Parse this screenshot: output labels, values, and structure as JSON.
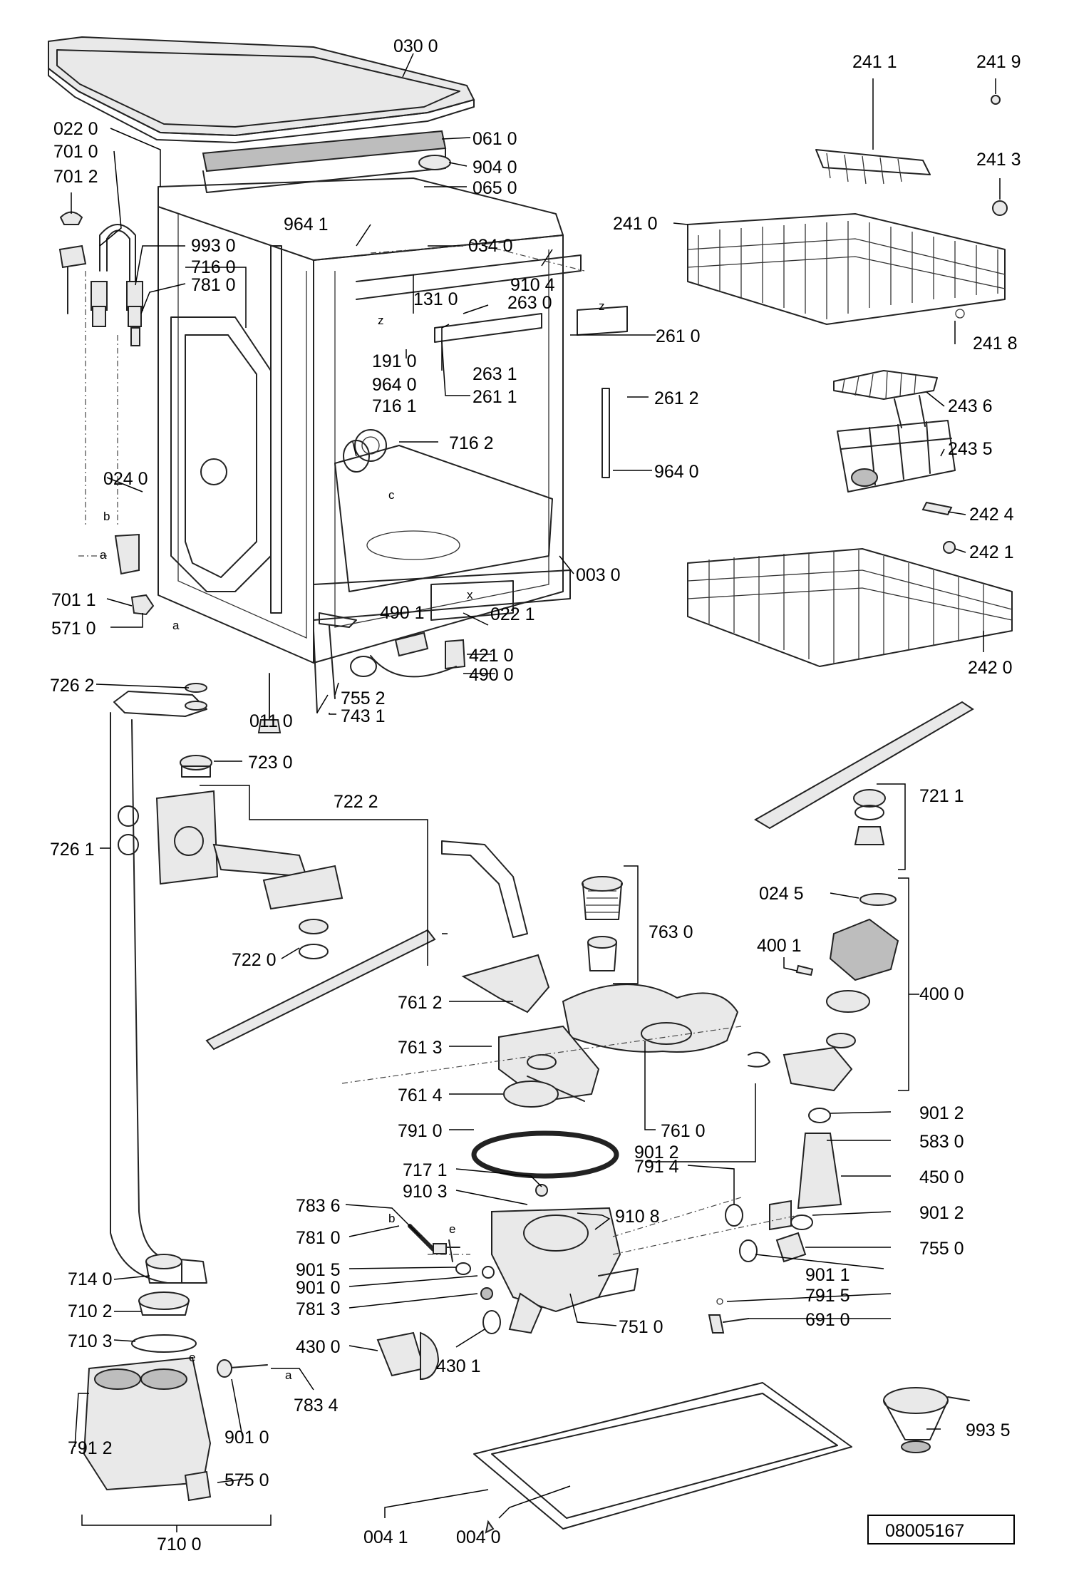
{
  "labels": {
    "l_0300": "030 0",
    "l_0220": "022 0",
    "l_0610": "061 0",
    "l_7010": "701 0",
    "l_9040": "904 0",
    "l_0650": "065 0",
    "l_7012": "701 2",
    "l_9641a": "964 1",
    "l_0340": "034 0",
    "l_9930": "993 0",
    "l_7160": "716 0",
    "l_7810a": "781 0",
    "l_9104": "910 4",
    "l_1310": "131 0",
    "l_2630": "263 0",
    "l_2610": "261 0",
    "l_1910": "191 0",
    "l_9640a": "964 0",
    "l_2631": "263 1",
    "l_2611": "261 1",
    "l_2612": "261 2",
    "l_7161": "716 1",
    "l_7162": "716 2",
    "l_0240": "024 0",
    "l_9640b": "964 0",
    "l_0030": "003 0",
    "l_7011": "701 1",
    "l_5710": "571 0",
    "l_4901": "490 1",
    "l_0221": "022 1",
    "l_4210": "421 0",
    "l_4900": "490 0",
    "l_7552": "755 2",
    "l_7431": "743 1",
    "l_0110": "011 0",
    "l_7262": "726 2",
    "l_7230": "723 0",
    "l_7222": "722 2",
    "l_7261": "726 1",
    "l_7220": "722 0",
    "l_7630": "763 0",
    "l_7612": "761 2",
    "l_7613": "761 3",
    "l_7614": "761 4",
    "l_7910": "791 0",
    "l_7610": "761 0",
    "l_9012a": "901 2",
    "l_7171": "717 1",
    "l_9103": "910 3",
    "l_7836": "783 6",
    "l_9108": "910 8",
    "l_7810b": "781 0",
    "l_9015": "901 5",
    "l_9010a": "901 0",
    "l_7813": "781 3",
    "l_4300": "430 0",
    "l_4301": "430 1",
    "l_7510": "751 0",
    "l_7140": "714 0",
    "l_7102": "710 2",
    "l_7103": "710 3",
    "l_7834": "783 4",
    "l_9010b": "901 0",
    "l_7912": "791 2",
    "l_5750": "575 0",
    "l_7100": "710 0",
    "l_0041": "004 1",
    "l_0040": "004 0",
    "l_2411": "241 1",
    "l_2419": "241 9",
    "l_2413": "241 3",
    "l_2410": "241 0",
    "l_2418": "241 8",
    "l_2436": "243 6",
    "l_2435": "243 5",
    "l_2424": "242 4",
    "l_2421": "242 1",
    "l_2420": "242 0",
    "l_7211": "721 1",
    "l_0245": "024 5",
    "l_4001": "400 1",
    "l_4000": "400 0",
    "l_9012b": "901 2",
    "l_5830": "583 0",
    "l_7914": "791 4",
    "l_4500": "450 0",
    "l_9012c": "901 2",
    "l_7550": "755 0",
    "l_9011": "901 1",
    "l_7915": "791 5",
    "l_6910": "691 0",
    "l_9935": "993 5"
  },
  "letters": {
    "z1": "z",
    "z2": "z",
    "c": "c",
    "x": "x",
    "a1": "a",
    "a2": "a",
    "b1": "b",
    "b2": "b",
    "e1": "e",
    "e2": "e",
    "a3": "a"
  },
  "drawing_number": "08005167"
}
